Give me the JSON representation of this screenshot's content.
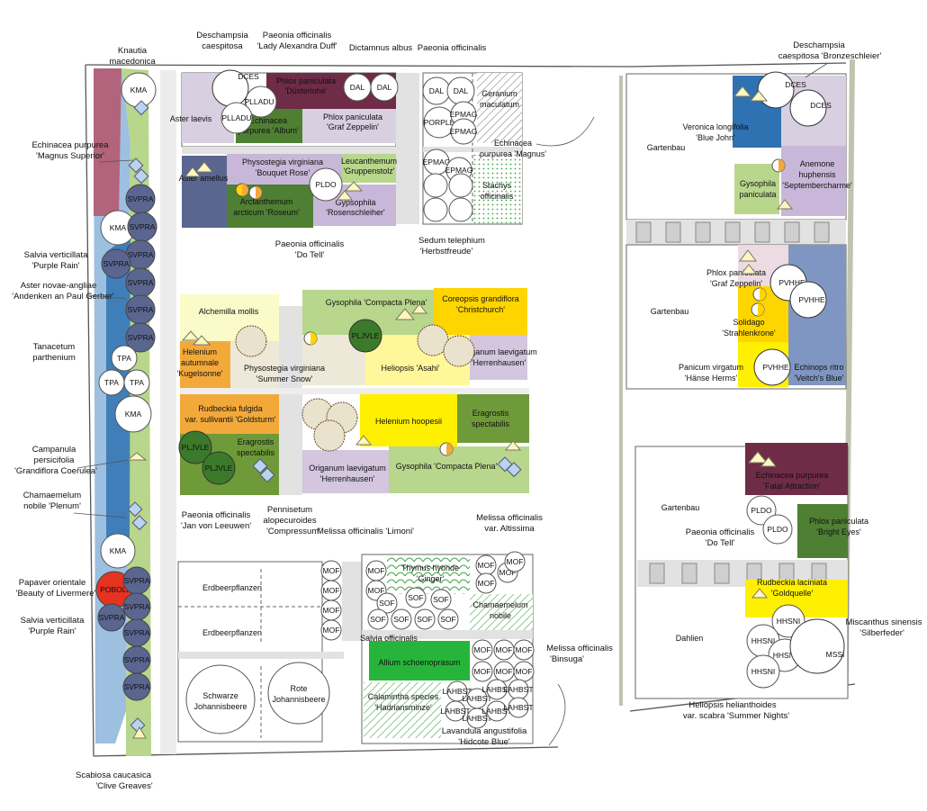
{
  "colors": {
    "lavender": "#d8cfe0",
    "violet": "#c8b7d8",
    "darkgreen": "#4f7f33",
    "green": "#6f9a3a",
    "lightgreen": "#b8d68c",
    "palegreen": "#d9edc1",
    "pink": "#ecdbe3",
    "wine": "#6e2c47",
    "mauve": "#b2647c",
    "blue": "#2f72b2",
    "navy": "#5a6690",
    "steel": "#8096c2",
    "cream": "#eee8d8",
    "yellow": "#ffef00",
    "gold": "#ffd500",
    "lemon": "#fff79a",
    "orange": "#f3a93a",
    "paleyellow": "#fafbc8",
    "skyblue": "#9dc3e6",
    "strip": "#c8d9ef",
    "bright": "#26b53a",
    "grey": "#c8c8c8",
    "lilac": "#d3c6de"
  },
  "annotations": {
    "knautia": [
      "Knautia",
      "macedonica"
    ],
    "deschampsia": [
      "Deschampsia",
      "caespitosa"
    ],
    "paeonia_lad": [
      "Paeonia officinalis",
      "'Lady Alexandra Duff'"
    ],
    "dictamnus": [
      "Dictamnus albus"
    ],
    "paeonia_top": [
      "Paeonia officinalis"
    ],
    "deschampsia_b": [
      "Deschampsia",
      "caespitosa 'Bronzeschleier'"
    ],
    "echinacea_ms": [
      "Echinacea purpurea",
      "'Magnus Superior'"
    ],
    "salvia_pr1": [
      "Salvia verticillata",
      "'Purple Rain'"
    ],
    "aster_na": [
      "Aster novae-angliae",
      "'Andenken an Paul Gerber'"
    ],
    "tanacetum": [
      "Tanacetum",
      "parthenium"
    ],
    "campanula": [
      "Campanula",
      "persicifolia",
      "'Grandiflora Coerulea'"
    ],
    "chamaemelum_pl": [
      "Chamaemelum",
      "nobile 'Plenum'"
    ],
    "papaver": [
      "Papaver orientale",
      "'Beauty of Livermere'"
    ],
    "salvia_pr2": [
      "Salvia verticillata",
      "'Purple Rain'"
    ],
    "scabiosa": [
      "Scabiosa caucasica",
      "'Clive Greaves'"
    ],
    "paeonia_dotell": [
      "Paeonia officinalis",
      "'Do Tell'"
    ],
    "sedum": [
      "Sedum telephium",
      "'Herbstfreude'"
    ],
    "paeonia_jan": [
      "Paeonia officinalis",
      "'Jan von Leeuwen'"
    ],
    "pennisetum": [
      "Pennisetum",
      "alopecuroides",
      "'Compressum'"
    ],
    "melissa_limoni": [
      "Melissa officinalis 'Limoni'"
    ],
    "melissa_alt": [
      "Melissa officinalis",
      "var. Altissima"
    ],
    "melissa_bin": [
      "Melissa officinalis",
      "'Binsuga'"
    ],
    "lavandula": [
      "Lavandula angustifolia",
      "'Hidcote Blue'"
    ],
    "heliopsis_sn": [
      "Heliopsis helianthoides",
      "var. scabra 'Summer Nights'"
    ],
    "paeonia_dotell2": [
      "Paeonia officinalis",
      "'Do Tell'"
    ],
    "miscanthus": [
      "Miscanthus sinensis",
      "'Silberfeder'"
    ]
  },
  "beds": {
    "aster_laevis": [
      "Aster laevis"
    ],
    "phlox_duster": [
      "Phlox paniculata",
      "'Düsterlohe'"
    ],
    "echinacea_album": [
      "Echinacea",
      "purpurea 'Album'"
    ],
    "phlox_graf": [
      "Phlox paniculata",
      "'Graf Zeppelin'"
    ],
    "geranium": [
      "Geranium",
      "maculatum"
    ],
    "echinacea_magnus": [
      "Echinacea",
      "purpurea 'Magnus'"
    ],
    "aster_amellus": [
      "Aster amellus"
    ],
    "physostegia_br": [
      "Physostegia virginiana",
      "'Bouquet Rose'"
    ],
    "leucanthemum": [
      "Leucanthemum",
      "'Gruppenstolz'"
    ],
    "arctanthemum": [
      "Arctanthemum",
      "arcticum 'Roseum'"
    ],
    "gypsophila_ros": [
      "Gypsophila",
      "'Rosenschleiher'"
    ],
    "stachys": [
      "Stachys",
      "officinalis"
    ],
    "alchemilla": [
      "Alchemilla mollis"
    ],
    "gypsophila_cp": [
      "Gysophila 'Compacta Plena'"
    ],
    "coreopsis": [
      "Coreopsis grandiflora",
      "'Christchurch'"
    ],
    "helenium_kug": [
      "Helenium",
      "autumnale",
      "'Kugelsonne'"
    ],
    "physostegia_ss": [
      "Physostegia virginiana",
      "'Summer Snow'"
    ],
    "heliopsis_asahi": [
      "Heliopsis 'Asahi'"
    ],
    "origanum1": [
      "Origanum laevigatum",
      "'Herrenhausen'"
    ],
    "rudbeckia_fulgida": [
      "Rudbeckia fulgida",
      "var. sullivantii 'Goldsturm'"
    ],
    "helenium_hoop": [
      "Helenium hoopesii"
    ],
    "eragrostis1": [
      "Eragrostis",
      "spectabilis"
    ],
    "eragrostis2": [
      "Eragrostis",
      "spectabilis"
    ],
    "origanum2": [
      "Origanum laevigatum",
      "'Herrenhausen'"
    ],
    "gypsophila_cp2": [
      "Gysophila 'Compacta Plena'"
    ],
    "erdbeer1": [
      "Erdbeerpflanzen"
    ],
    "erdbeer2": [
      "Erdbeerpflanzen"
    ],
    "thymus": [
      "Thymus hybride",
      "'Ginger'"
    ],
    "chamaemelum_n": [
      "Chamaemelum",
      "nobile"
    ],
    "salvia_off": [
      "Salvia officinalis"
    ],
    "allium": [
      "Allium schoenoprasum"
    ],
    "calamintha": [
      "Calamintha species",
      "'Hadriansminze'"
    ],
    "schwarze": [
      "Schwarze",
      "Johannisbeere"
    ],
    "rote": [
      "Rote",
      "Johannisbeere"
    ],
    "gartenbau1": [
      "Gartenbau"
    ],
    "veronica": [
      "Veronica longifolia",
      "'Blue John'"
    ],
    "gysophila_pan": [
      "Gysophila",
      "paniculata"
    ],
    "anemone": [
      "Anemone",
      "huphensis",
      "'Septembercharme'"
    ],
    "gartenbau2": [
      "Gartenbau"
    ],
    "phlox_graf2": [
      "Phlox paniculata",
      "'Graf Zeppelin'"
    ],
    "solidago": [
      "Solidago",
      "'Strahlenkrone'"
    ],
    "panicum": [
      "Panicum virgatum",
      "'Hänse Herms'"
    ],
    "echinops": [
      "Echinops ritro",
      "'Veitch's Blue'"
    ],
    "gartenbau3": [
      "Gartenbau"
    ],
    "echinacea_fatal": [
      "Echinacea purpurea",
      "'Fatal Attraction'"
    ],
    "phlox_bright": [
      "Phlox paniculata",
      "'Bright Eyes'"
    ],
    "rudbeckia_lac": [
      "Rudbeckia laciniata",
      "'Goldquelle'"
    ],
    "dahlien": [
      "Dahlien"
    ]
  },
  "codes": {
    "KMA": "KMA",
    "SVPRA": "SVPRA",
    "TPA": "TPA",
    "POBOLI": "POBOLI",
    "DCES": "DCES",
    "PLLADU": "PLLADU",
    "DAL": "DAL",
    "PORPLE": "PORPLE",
    "EPMAG": "EPMAG",
    "PLDO": "PLDO",
    "PLJVLE": "PLJVLE",
    "MOF": "MOF",
    "SOF": "SOF",
    "LAHBST": "LAHBST",
    "PVHHE": "PVHHE",
    "HHSNI": "HHSNI",
    "MSSI": "MSSI"
  }
}
